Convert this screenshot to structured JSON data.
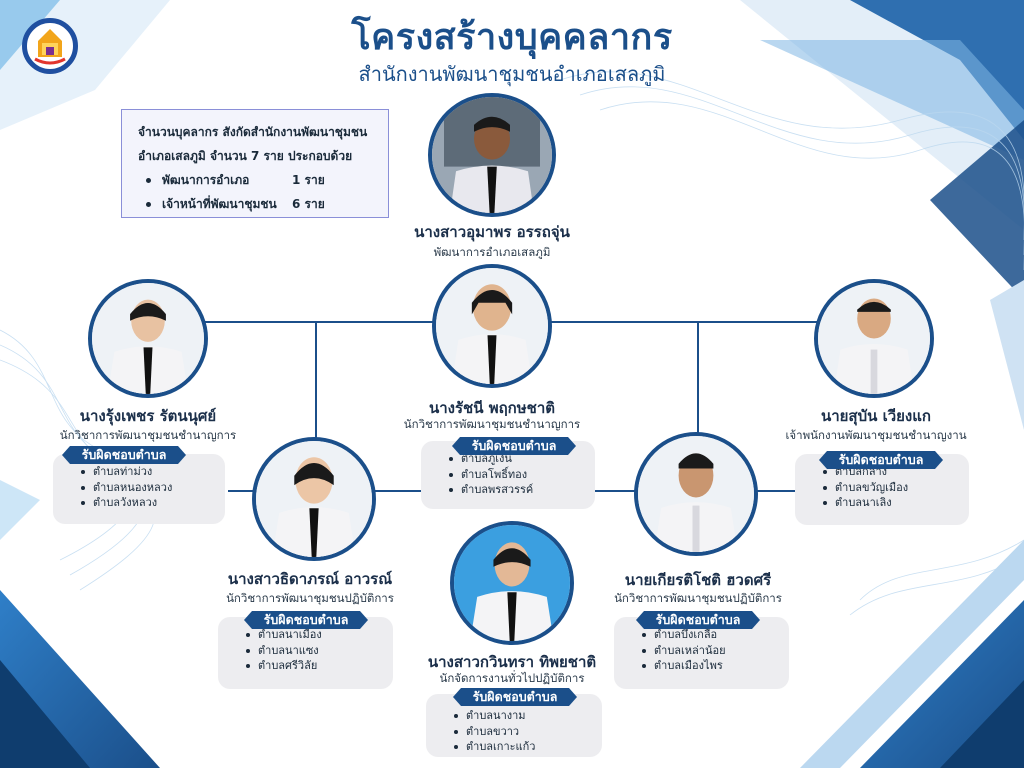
{
  "header": {
    "title": "โครงสร้างบุคคลากร",
    "subtitle": "สำนักงานพัฒนาชุมชนอำเภอเสลภูมิ"
  },
  "logo": {
    "icon": "community-development-emblem-icon"
  },
  "summary": {
    "line1": "จำนวนบุคลากร สังกัดสำนักงานพัฒนาชุมชน",
    "line2": "อำเภอเสลภูมิ จำนวน 7 ราย ประกอบด้วย",
    "items": [
      {
        "label": "พัฒนาการอำเภอ",
        "count": "1 ราย"
      },
      {
        "label": "เจ้าหน้าที่พัฒนาชุมชน",
        "count": "6 ราย"
      }
    ]
  },
  "responsibility_label": "รับผิดชอบตำบล",
  "colors": {
    "primary": "#1b4f8a",
    "card_bg": "#ededf0",
    "accent_light": "#4aa3df"
  },
  "staff": {
    "head": {
      "name": "นางสาวอุมาพร อรรถจุ่น",
      "position": "พัฒนาการอำเภอเสลภูมิ"
    },
    "p1": {
      "name": "นางรุ้งเพชร รัตนนุศย์",
      "position": "นักวิชาการพัฒนาชุมชนชำนาญการ",
      "subdistricts": [
        "ตำบลท่าม่วง",
        "ตำบลหนองหลวง",
        "ตำบลวังหลวง"
      ]
    },
    "p2": {
      "name": "นางรัชนี พฤกษชาติ",
      "position": "นักวิชาการพัฒนาชุมชนชำนาญการ",
      "subdistricts": [
        "ตำบลภูเงิน",
        "ตำบลโพธิ์ทอง",
        "ตำบลพรสวรรค์"
      ]
    },
    "p3": {
      "name": "นายสุบัน เวียงแก",
      "position": "เจ้าพนักงานพัฒนาชุมชนชำนาญงาน",
      "subdistricts": [
        "ตำบลกลาง",
        "ตำบลขวัญเมือง",
        "ตำบลนาเลิง"
      ]
    },
    "p4": {
      "name": "นางสาวธิดาภรณ์ อาวรณ์",
      "position": "นักวิชาการพัฒนาชุมชนปฏิบัติการ",
      "subdistricts": [
        "ตำบลนาเมือง",
        "ตำบลนาแซง",
        "ตำบลศรีวิลัย"
      ]
    },
    "p5": {
      "name": "นางสาวกวินทรา ทิพยชาติ",
      "position": "นักจัดการงานทั่วไปปฏิบัติการ",
      "subdistricts": [
        "ตำบลนางาม",
        "ตำบลขวาว",
        "ตำบลเกาะแก้ว"
      ]
    },
    "p6": {
      "name": "นายเกียรติโชติ ฮวดศรี",
      "position": "นักวิชาการพัฒนาชุมชนปฏิบัติการ",
      "subdistricts": [
        "ตำบลบึงเกลือ",
        "ตำบลเหล่าน้อย",
        "ตำบลเมืองไพร"
      ]
    }
  }
}
